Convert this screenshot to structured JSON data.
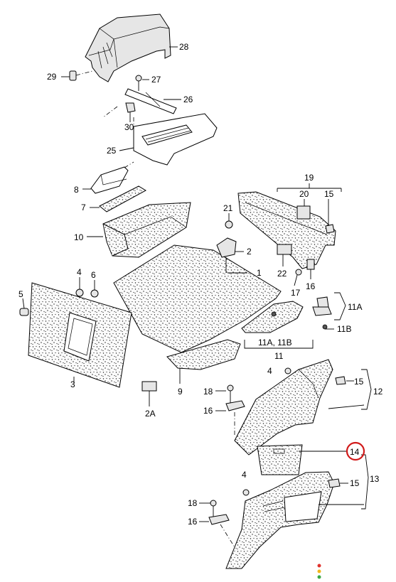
{
  "diagram": {
    "callouts": [
      {
        "id": "c28",
        "text": "28"
      },
      {
        "id": "c29",
        "text": "29"
      },
      {
        "id": "c27",
        "text": "27"
      },
      {
        "id": "c26",
        "text": "26"
      },
      {
        "id": "c30",
        "text": "30"
      },
      {
        "id": "c25",
        "text": "25"
      },
      {
        "id": "c8",
        "text": "8"
      },
      {
        "id": "c7",
        "text": "7"
      },
      {
        "id": "c10",
        "text": "10"
      },
      {
        "id": "c19",
        "text": "19"
      },
      {
        "id": "c20",
        "text": "20"
      },
      {
        "id": "c15a",
        "text": "15"
      },
      {
        "id": "c21",
        "text": "21"
      },
      {
        "id": "c2",
        "text": "2"
      },
      {
        "id": "c1",
        "text": "1"
      },
      {
        "id": "c22",
        "text": "22"
      },
      {
        "id": "c17",
        "text": "17"
      },
      {
        "id": "c16a",
        "text": "16"
      },
      {
        "id": "c4a",
        "text": "4"
      },
      {
        "id": "c6",
        "text": "6"
      },
      {
        "id": "c5",
        "text": "5"
      },
      {
        "id": "c11A",
        "text": "11A"
      },
      {
        "id": "c11B",
        "text": "11B"
      },
      {
        "id": "c11A11B",
        "text": "11A, 11B"
      },
      {
        "id": "c11",
        "text": "11"
      },
      {
        "id": "c3",
        "text": "3"
      },
      {
        "id": "c9",
        "text": "9"
      },
      {
        "id": "c2A",
        "text": "2A"
      },
      {
        "id": "c4b",
        "text": "4"
      },
      {
        "id": "c15b",
        "text": "15"
      },
      {
        "id": "c12",
        "text": "12"
      },
      {
        "id": "c18a",
        "text": "18"
      },
      {
        "id": "c16b",
        "text": "16"
      },
      {
        "id": "c14",
        "text": "14"
      },
      {
        "id": "c13",
        "text": "13"
      },
      {
        "id": "c4c",
        "text": "4"
      },
      {
        "id": "c15c",
        "text": "15"
      },
      {
        "id": "c18b",
        "text": "18"
      },
      {
        "id": "c16c",
        "text": "16"
      }
    ],
    "highlight_color": "#d11a1a",
    "traffic_dots": [
      "#e0332e",
      "#f2b61c",
      "#3aa845"
    ]
  }
}
